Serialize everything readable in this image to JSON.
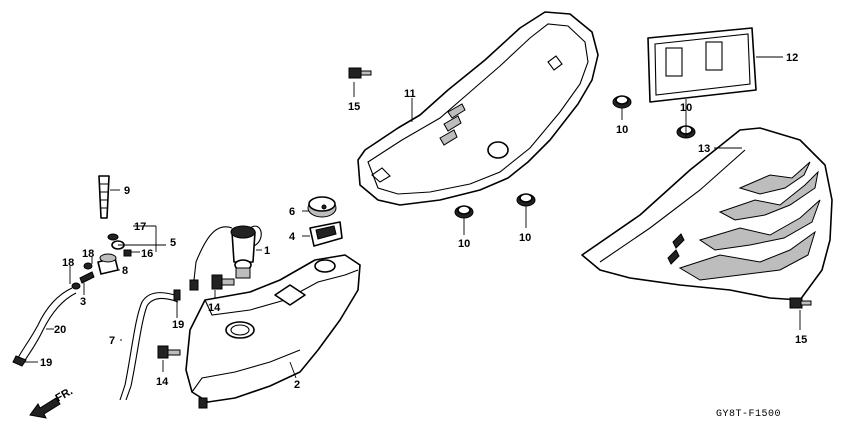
{
  "diagram": {
    "labels": {
      "p1": "1",
      "p2": "2",
      "p3": "3",
      "p4": "4",
      "p5": "5",
      "p6": "6",
      "p7": "7",
      "p8": "8",
      "p9": "9",
      "p10a": "10",
      "p10b": "10",
      "p10c": "10",
      "p10d": "10",
      "p11": "11",
      "p12": "12",
      "p13": "13",
      "p14a": "14",
      "p14b": "14",
      "p15a": "15",
      "p15b": "15",
      "p16": "16",
      "p17": "17",
      "p18a": "18",
      "p18b": "18",
      "p19a": "19",
      "p19b": "19",
      "p20": "20"
    },
    "direction_label": "FR.",
    "drawing_code": "GY8T-F1500"
  }
}
